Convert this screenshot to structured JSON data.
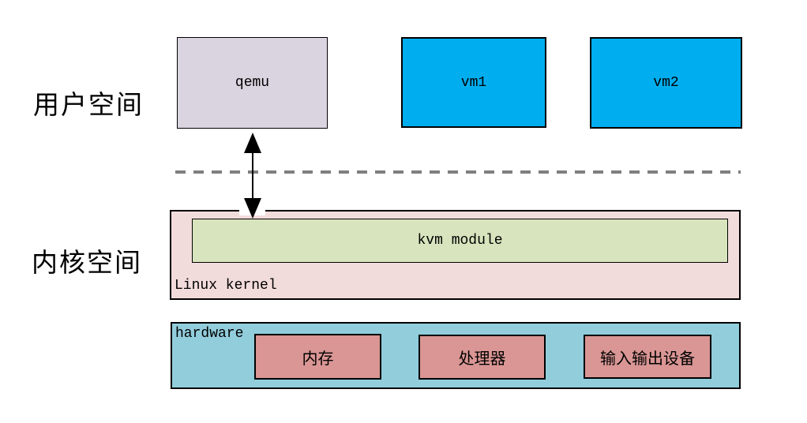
{
  "layers": {
    "user_space_label": "用户空间",
    "kernel_space_label": "内核空间"
  },
  "user_space": {
    "boxes": [
      {
        "id": "qemu",
        "label": "qemu",
        "color": "#dad4e0"
      },
      {
        "id": "vm1",
        "label": "vm1",
        "color": "#00aeef"
      },
      {
        "id": "vm2",
        "label": "vm2",
        "color": "#00aeef"
      }
    ]
  },
  "kernel": {
    "box_label": "Linux kernel",
    "box_color": "#f2dcdb",
    "module_label": "kvm module",
    "module_color": "#d7e4bd"
  },
  "hardware": {
    "box_label": "hardware",
    "box_color": "#92cddc",
    "component_color": "#d99694",
    "components": [
      {
        "label": "内存"
      },
      {
        "label": "处理器"
      },
      {
        "label": "输入输出设备"
      }
    ]
  },
  "connector": {
    "type": "double-headed-arrow",
    "from": "qemu",
    "to": "kvm module",
    "color": "#000000"
  },
  "divider": {
    "style": "dashed",
    "color": "#7f7f7f"
  }
}
